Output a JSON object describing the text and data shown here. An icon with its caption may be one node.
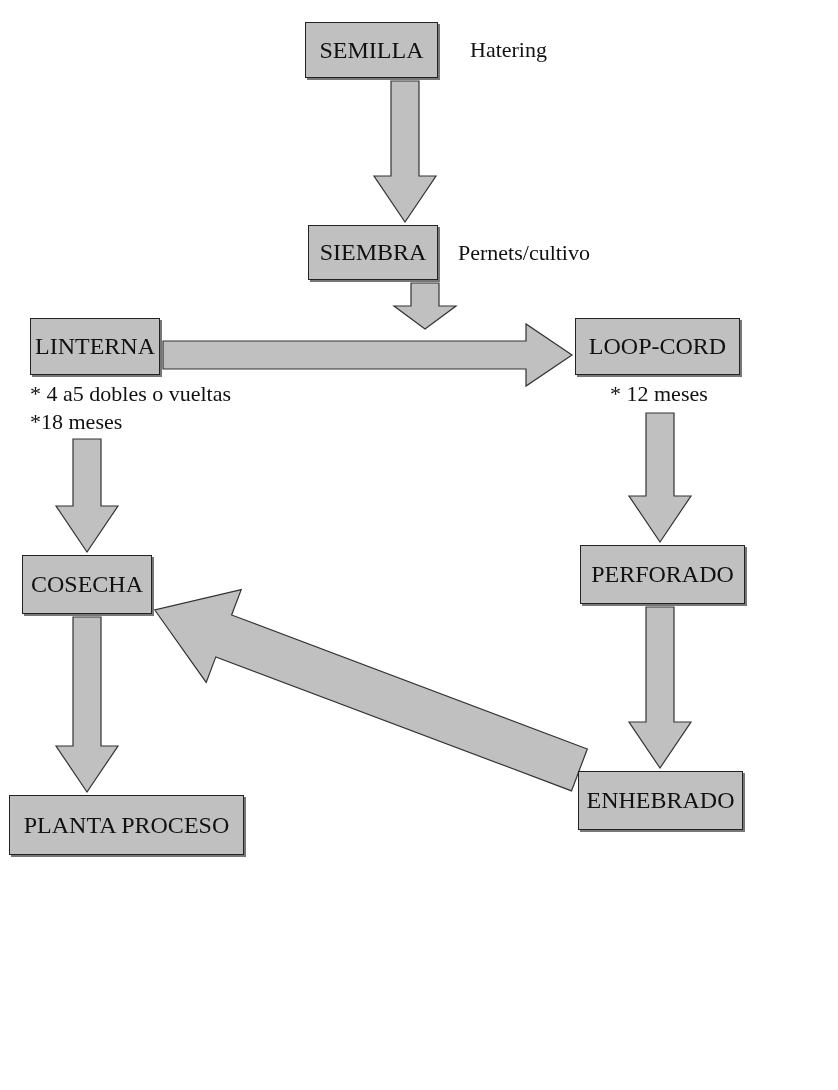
{
  "diagram": {
    "nodes": [
      {
        "text": [
          "SEMILLA"
        ],
        "beside": [
          "Hatering"
        ]
      },
      {
        "text": [
          "SIEMBRA"
        ],
        "beside": [
          "Pernets/cultivo"
        ]
      },
      {
        "text": [
          "LINTERNA"
        ],
        "beside": [
          "* 4 a5 dobles o vueltas",
          "*18 meses"
        ]
      },
      {
        "text": [
          "LOOP-CORD"
        ],
        "beside": [
          "* 12 meses"
        ]
      },
      {
        "text": [
          "PERFORADO"
        ]
      },
      {
        "text": [
          "COSECHA"
        ]
      },
      {
        "text": [
          "ENHEBRADO"
        ]
      },
      {
        "text": [
          "PLANTA PROCESO"
        ]
      }
    ],
    "edges": [
      {
        "from": 0,
        "to": 1,
        "arrow": "to"
      },
      {
        "from": 1,
        "to": null,
        "arrow": "to"
      },
      {
        "from": 2,
        "to": 3,
        "arrow": "to"
      },
      {
        "from": 3,
        "to": 4,
        "arrow": "to"
      },
      {
        "from": 4,
        "to": 6,
        "arrow": "to"
      },
      {
        "from": 2,
        "to": 5,
        "arrow": "to"
      },
      {
        "from": 5,
        "to": 7,
        "arrow": "to"
      },
      {
        "from": 6,
        "to": 5,
        "arrow": "to",
        "style": "thick"
      }
    ]
  }
}
